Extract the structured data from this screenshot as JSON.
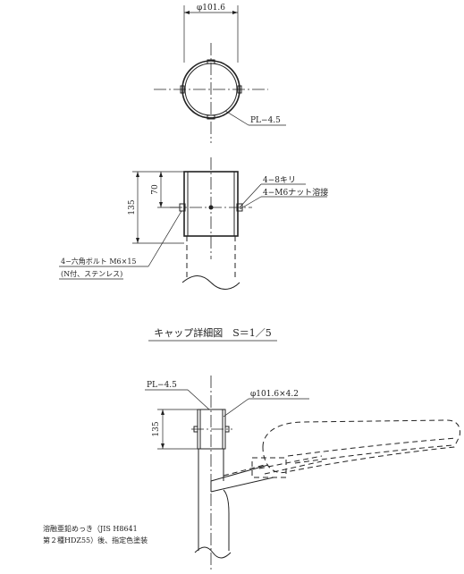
{
  "top_view": {
    "diameter_label": "φ101.6",
    "plate_label": "PL−4.5"
  },
  "side_view": {
    "height_total": "135",
    "height_half": "70",
    "drill_label": "4−8キリ",
    "nut_label": "4−M6ナット溶接",
    "bolt_label_1": "4−六角ボルト M6×15",
    "bolt_label_2": "(N付、ステンレス)"
  },
  "detail_title": "キャップ詳細図　S＝1／5",
  "assembly": {
    "plate_label": "PL−4.5",
    "pipe_label": "φ101.6×4.2",
    "height": "135"
  },
  "note": {
    "line1": "溶融亜鉛めっき（JIS H8641",
    "line2": "第２種HDZ55）後、指定色塗装"
  }
}
